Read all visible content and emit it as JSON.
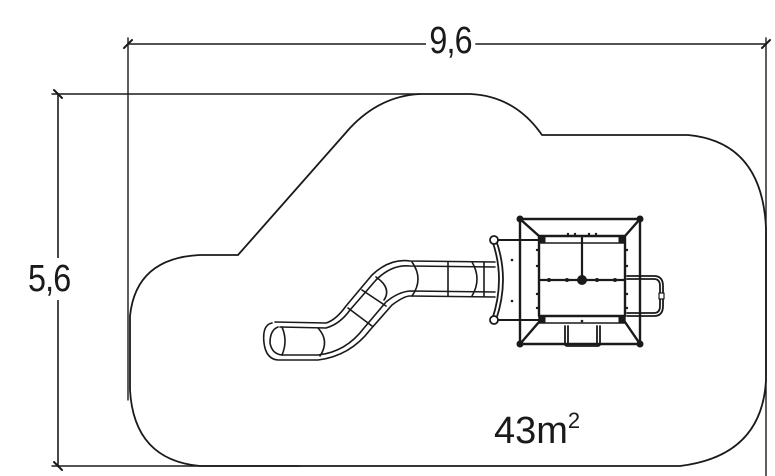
{
  "diagram": {
    "type": "playground-equipment-plan",
    "dimensions": {
      "width_label": "9,6",
      "height_label": "5,6",
      "unit": "m"
    },
    "area": {
      "value": "43m",
      "superscript": "2"
    },
    "colors": {
      "line": "#1a1a1a",
      "background": "#ffffff"
    },
    "elements": [
      {
        "name": "safety-zone-outline"
      },
      {
        "name": "tube-slide"
      },
      {
        "name": "platform-tower"
      },
      {
        "name": "ladder"
      },
      {
        "name": "handrail"
      }
    ]
  }
}
